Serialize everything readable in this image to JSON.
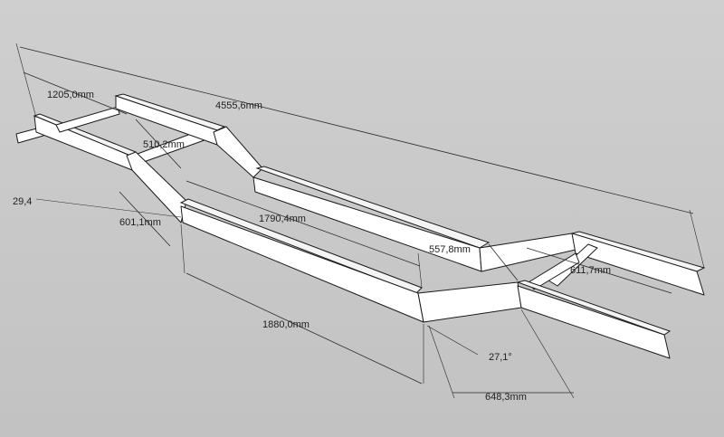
{
  "drawing": {
    "dimensions": {
      "overall_length": "4555,6mm",
      "front_rail_length": "1205,0mm",
      "front_inner_width": "510,2mm",
      "front_offset_angle": "29,4",
      "front_offset_length": "601,1mm",
      "middle_section": "1790,4mm",
      "rear_kick_width": "557,8mm",
      "rear_inner_width": "611,7mm",
      "lower_rail_length": "1880,0mm",
      "rear_offset_angle": "27,1°",
      "rear_offset_length": "648,3mm"
    }
  }
}
